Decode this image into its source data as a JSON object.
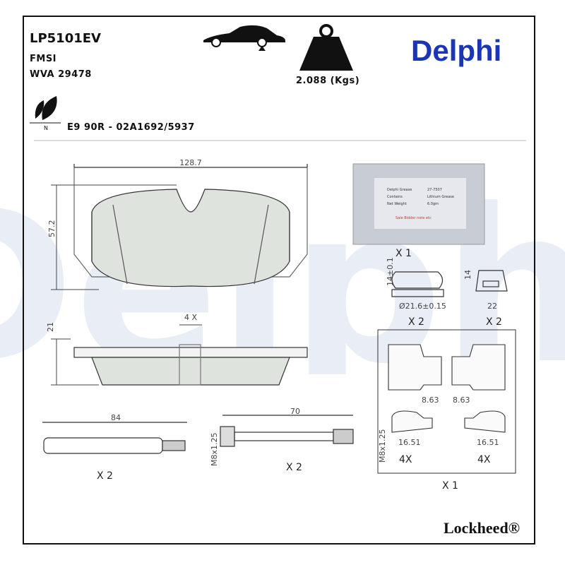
{
  "header": {
    "part_number": "LP5101EV",
    "fmsi_label": "FMSI",
    "wva": "WVA 29478",
    "weight": "2.088 (Kgs)",
    "approval": "E9 90R - 02A1692/5937",
    "n_mark": "N"
  },
  "brand": {
    "name": "Delphi",
    "color": "#1a36b4",
    "footer": "Lockheed®",
    "watermark": "Delphi"
  },
  "pad": {
    "width": "128.7",
    "height": "57.2",
    "thickness": "21",
    "quantity": "4 X"
  },
  "accessories": {
    "grease_qty": "X 1",
    "grease_label": {
      "line1": "Delphi Grease",
      "line2": "Contains",
      "line3": "Net Weight",
      "value1": "27-7507",
      "value2": "Lithium Grease",
      "value3": "6.0gm",
      "warning": "Sale Bidder note etc"
    },
    "boot_dim_h": "14±0.1",
    "boot_dim_d": "Ø21.6±0.15",
    "boot_qty": "X 2",
    "cap_dim_h": "14",
    "cap_dim_w": "22",
    "cap_qty": "X 2",
    "clip_dims": [
      "8.63",
      "8.63",
      "16.51",
      "16.51"
    ],
    "clip_qtys": [
      "4X",
      "4X"
    ],
    "clip_kit_qty": "X 1",
    "pin1_len": "84",
    "pin1_thread": "M8x1.25",
    "pin1_qty": "X 2",
    "pin2_len": "70",
    "pin2_thread": "M8x1.25",
    "pin2_qty": "X 2"
  },
  "colors": {
    "pad_fill": "#dfe3de",
    "watermark": "#e9eef6"
  }
}
